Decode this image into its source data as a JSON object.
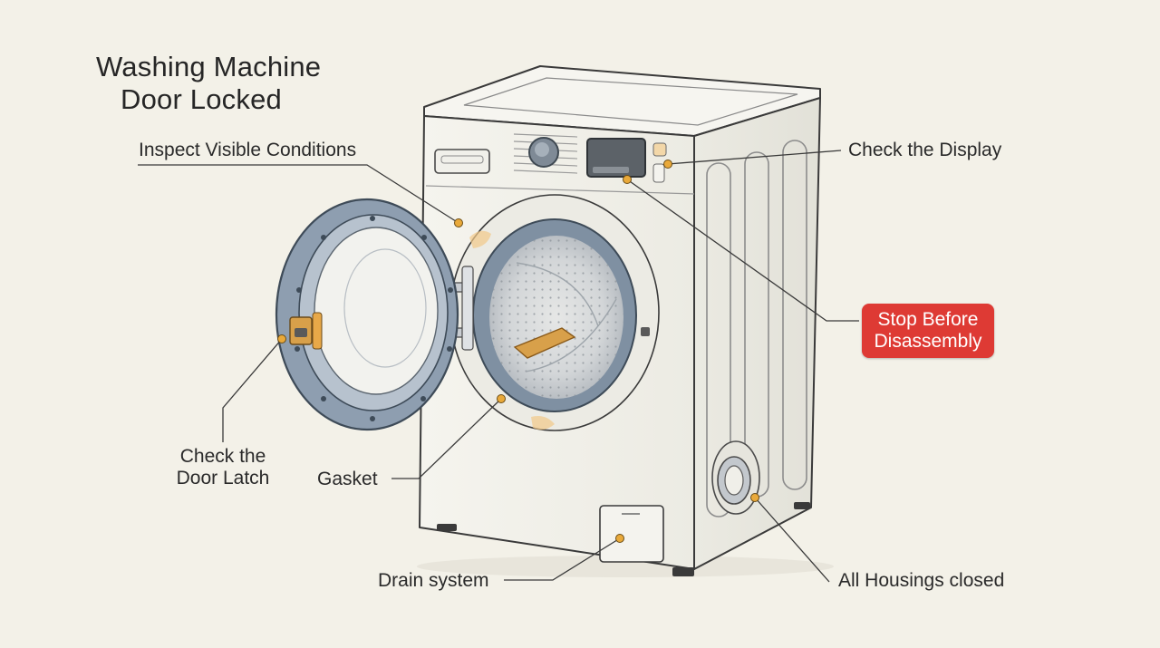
{
  "title": {
    "line1": "Washing Machine",
    "line2": "Door Locked"
  },
  "labels": {
    "inspect": "Inspect Visible Conditions",
    "display": "Check the Display",
    "stop_line1": "Stop Before",
    "stop_line2": "Disassembly",
    "latch_line1": "Check the",
    "latch_line2": "Door Latch",
    "gasket": "Gasket",
    "drain": "Drain system",
    "housings": "All Housings closed"
  },
  "colors": {
    "background": "#f3f1e8",
    "outline": "#3a3a3a",
    "marker": "#e9a93a",
    "warning": "#de3a34",
    "door_ring": "#8e9eb0"
  }
}
